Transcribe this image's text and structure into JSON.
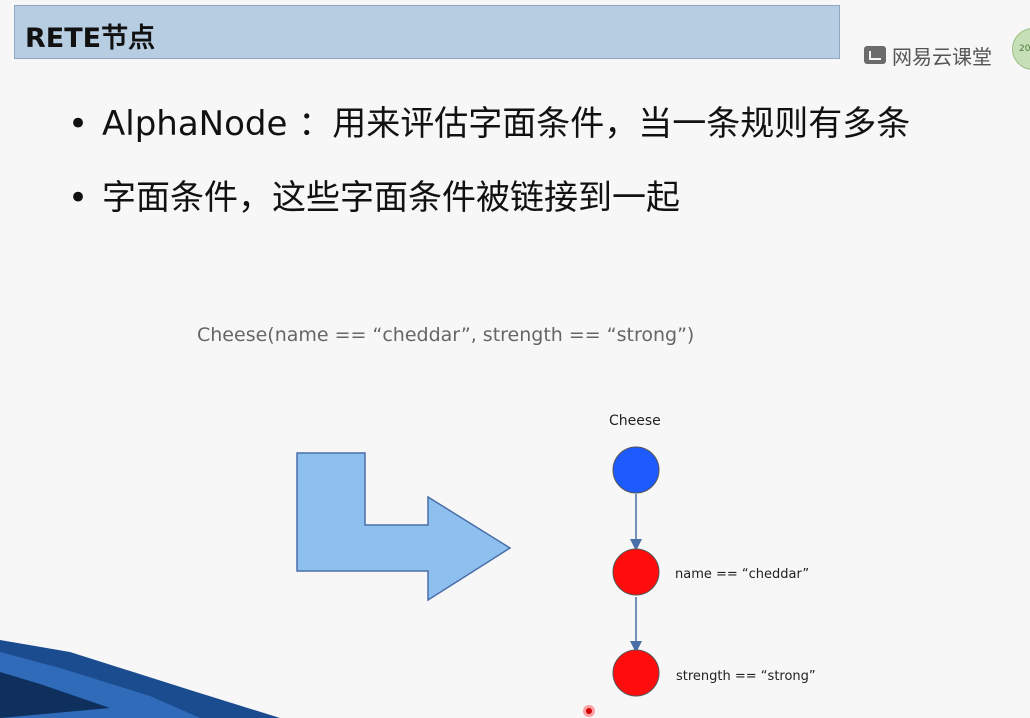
{
  "slide": {
    "title": "RETE节点",
    "logo_text": "网易云课堂",
    "badge_text": "20",
    "bullets": [
      "AlphaNode ：用来评估字面条件，当一条规则有多条",
      "字面条件，这些字面条件被链接到一起"
    ],
    "code_text": "Cheese(name == “cheddar”, strength == “strong”)"
  },
  "diagram": {
    "nodes": [
      {
        "label": "Cheese",
        "color": "#1e5bff"
      },
      {
        "label": "name == “cheddar”",
        "color": "#ff0d0d"
      },
      {
        "label": "strength  == “strong”",
        "color": "#ff0d0d"
      }
    ],
    "arrow_color": "#8ec0ef"
  }
}
